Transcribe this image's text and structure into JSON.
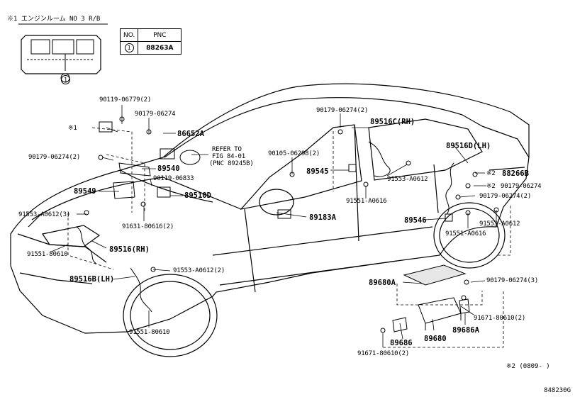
{
  "header": {
    "title": "※1 エンジンルーム NO 3 R/B",
    "callout": "1"
  },
  "pnc_table": {
    "head_no": "NO.",
    "head_pnc": "PNC",
    "row_no": "1",
    "row_pnc": "88263A"
  },
  "labels": {
    "l01": "90119-06779(2)",
    "l02": "90179-06274",
    "l03": "※1",
    "l04": "86652A",
    "l05": "REFER TO",
    "l06": "FIG 84-01",
    "l07": "(PNC 89245B)",
    "l08": "90179-06274(2)",
    "l09": "89540",
    "l10": "90119-06833",
    "l11": "89549",
    "l12": "89510D",
    "l13": "91553-A0612(3)",
    "l14": "91631-80616(2)",
    "l15": "91551-80610",
    "l16": "89516(RH)",
    "l17": "91553-A0612(2)",
    "l18": "89516B(LH)",
    "l19": "91551-80610",
    "l20": "90179-06274(2)",
    "l21": "89516C(RH)",
    "l22": "90105-06298(2)",
    "l23": "89545",
    "l24": "91553-A0612",
    "l25": "91551-A0616",
    "l26": "89183A",
    "l27": "89516D(LH)",
    "l28": "※2",
    "l29": "88266B",
    "l30": "※2",
    "l31": "90179-06274",
    "l32": "90179-06274(2)",
    "l33": "89546",
    "l34": "91553-A0612",
    "l35": "91551-A0616",
    "l36": "89680A",
    "l37": "90179-06274(3)",
    "l38": "91671-80610(2)",
    "l39": "89686A",
    "l40": "89686",
    "l41": "89680",
    "l42": "91671-80610(2)"
  },
  "footnote": "※2 (0809-     )",
  "figure_code": "848230G",
  "colors": {
    "line": "#000000",
    "background": "#ffffff",
    "panel_fill": "#e6e6e6"
  },
  "icons": [
    "ecu-module",
    "sensor-clip",
    "bolt-icon",
    "wire-harness",
    "relay-box",
    "airbag-sensor"
  ]
}
